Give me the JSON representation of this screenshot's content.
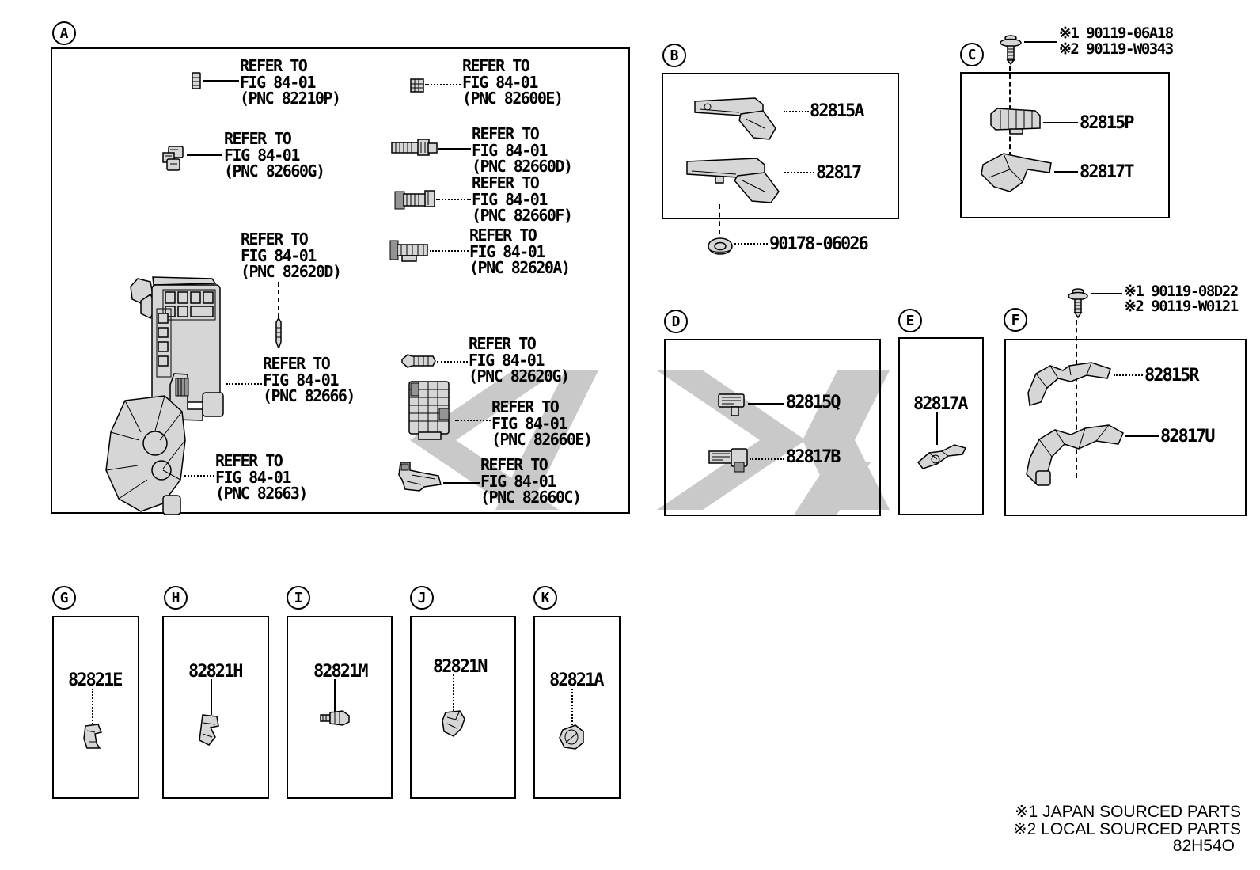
{
  "panel_a": {
    "letter": "A",
    "items": [
      {
        "id": "82210P",
        "text": "REFER TO\nFIG 84-01\n(PNC 82210P)"
      },
      {
        "id": "82600E",
        "text": "REFER TO\nFIG 84-01\n(PNC 82600E)"
      },
      {
        "id": "82660G",
        "text": "REFER TO\nFIG 84-01\n(PNC 82660G)"
      },
      {
        "id": "82660D",
        "text": "REFER TO\nFIG 84-01\n(PNC 82660D)"
      },
      {
        "id": "82660F",
        "text": "REFER TO\nFIG 84-01\n(PNC 82660F)"
      },
      {
        "id": "82620D",
        "text": "REFER TO\nFIG 84-01\n(PNC 82620D)"
      },
      {
        "id": "82620A",
        "text": "REFER TO\nFIG 84-01\n(PNC 82620A)"
      },
      {
        "id": "82620G",
        "text": "REFER TO\nFIG 84-01\n(PNC 82620G)"
      },
      {
        "id": "82666",
        "text": "REFER TO\nFIG 84-01\n(PNC 82666)"
      },
      {
        "id": "82660E",
        "text": "REFER TO\nFIG 84-01\n(PNC 82660E)"
      },
      {
        "id": "82660C",
        "text": "REFER TO\nFIG 84-01\n(PNC 82660C)"
      },
      {
        "id": "82663",
        "text": "REFER TO\nFIG 84-01\n(PNC 82663)"
      }
    ]
  },
  "panel_b": {
    "letter": "B",
    "parts": [
      {
        "label": "82815A"
      },
      {
        "label": "82817"
      }
    ],
    "fastener_label": "90178-06026"
  },
  "panel_c": {
    "letter": "C",
    "screw_notes": [
      "※1 90119-06A18",
      "※2 90119-W0343"
    ],
    "parts": [
      {
        "label": "82815P"
      },
      {
        "label": "82817T"
      }
    ]
  },
  "panel_d": {
    "letter": "D",
    "parts": [
      {
        "label": "82815Q"
      },
      {
        "label": "82817B"
      }
    ]
  },
  "panel_e": {
    "letter": "E",
    "parts": [
      {
        "label": "82817A"
      }
    ]
  },
  "panel_f": {
    "letter": "F",
    "screw_notes": [
      "※1 90119-08D22",
      "※2 90119-W0121"
    ],
    "parts": [
      {
        "label": "82815R"
      },
      {
        "label": "82817U"
      }
    ]
  },
  "panel_g": {
    "letter": "G",
    "part_label": "82821E"
  },
  "panel_h": {
    "letter": "H",
    "part_label": "82821H"
  },
  "panel_i": {
    "letter": "I",
    "part_label": "82821M"
  },
  "panel_j": {
    "letter": "J",
    "part_label": "82821N"
  },
  "panel_k": {
    "letter": "K",
    "part_label": "82821A"
  },
  "footer": {
    "note1": "※1 JAPAN SOURCED PARTS",
    "note2": "※2 LOCAL SOURCED PARTS",
    "figure_code": "82H54O"
  },
  "colors": {
    "ink": "#000000",
    "watermark": "#c9c9c9",
    "paper": "#ffffff"
  }
}
